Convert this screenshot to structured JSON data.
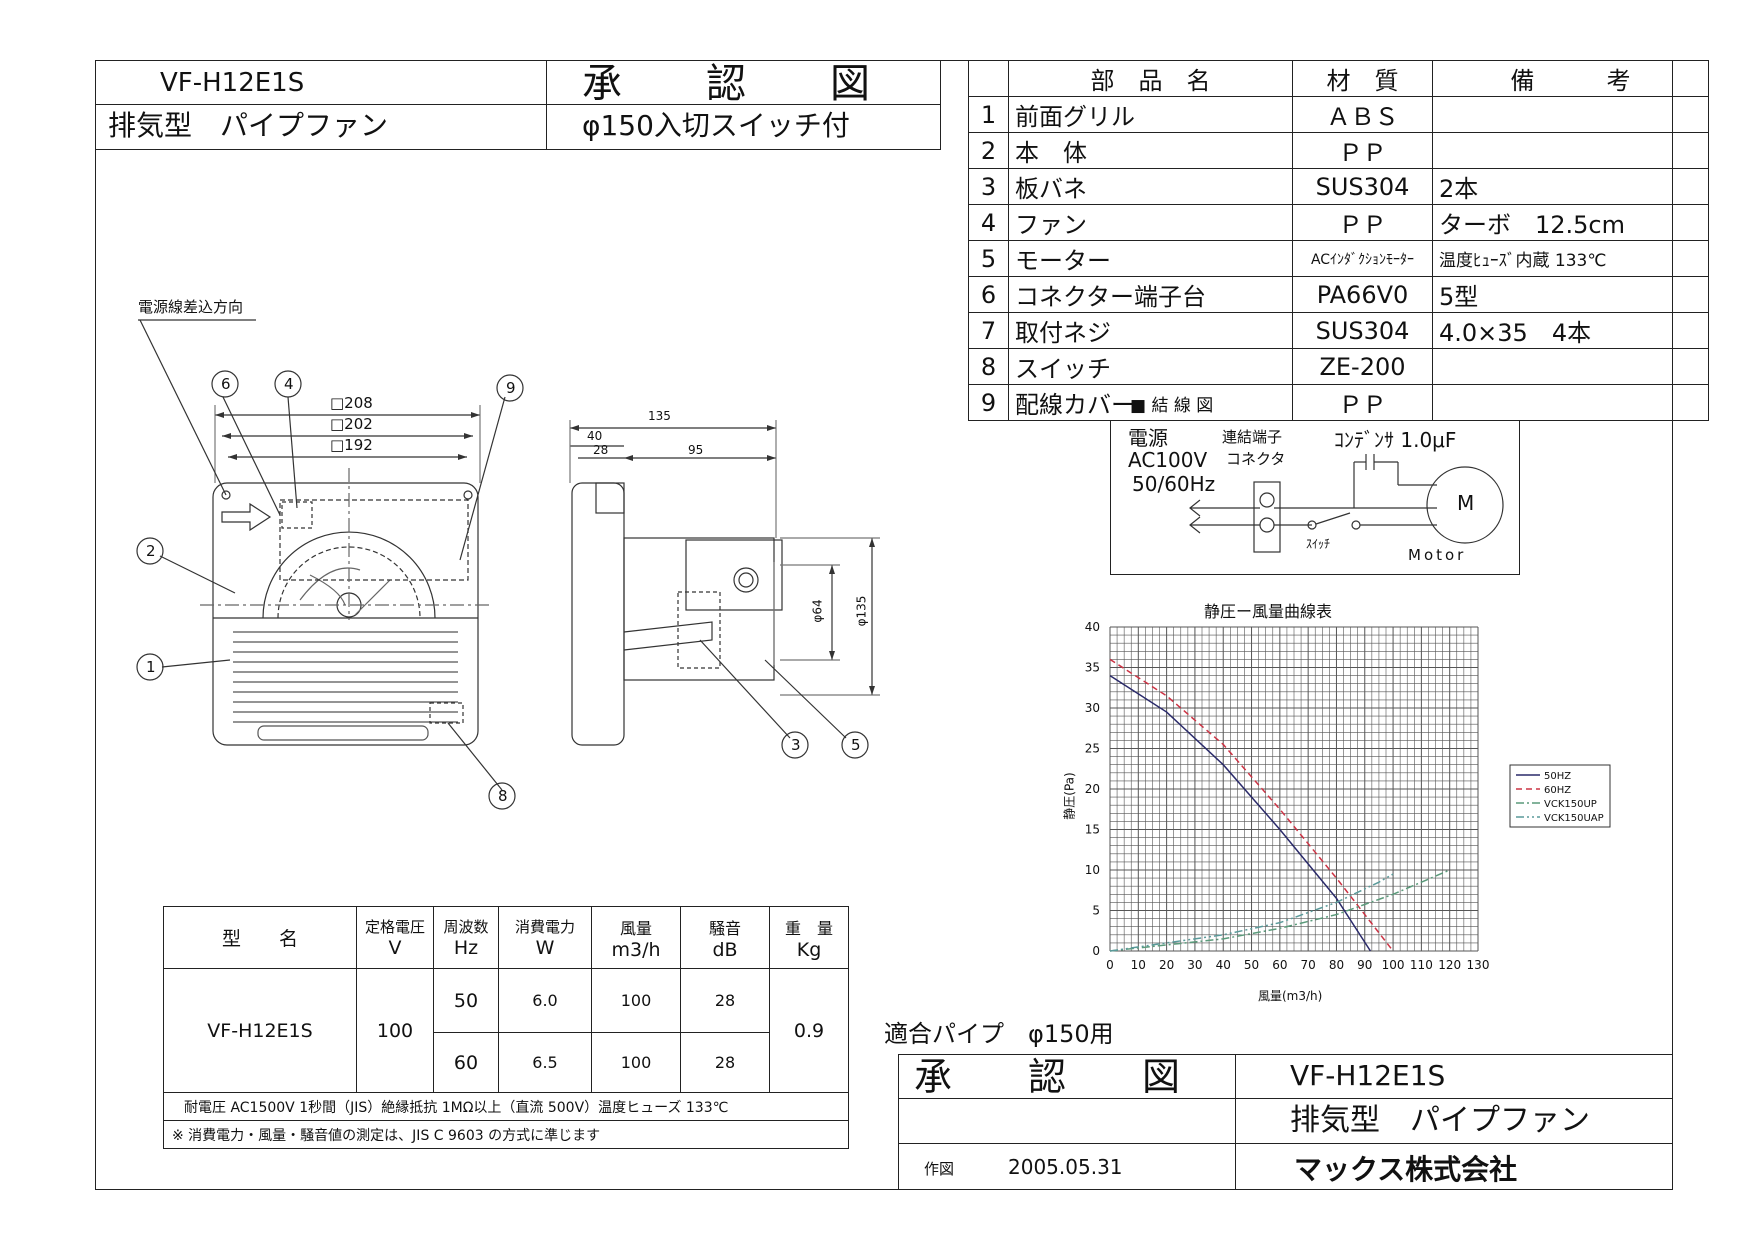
{
  "header": {
    "model": "VF-H12E1S",
    "approval_title": "承　認　図",
    "product_type": "排気型　パイプファン",
    "product_spec": "φ150入切スイッチ付"
  },
  "parts_table": {
    "headers": [
      "部　品　名",
      "材　質",
      "備　　　考"
    ],
    "rows": [
      {
        "no": "1",
        "name": "前面グリル",
        "material": "ＡＢＳ",
        "note": ""
      },
      {
        "no": "2",
        "name": "本　体",
        "material": "ＰＰ",
        "note": ""
      },
      {
        "no": "3",
        "name": "板バネ",
        "material": "SUS304",
        "note": "2本"
      },
      {
        "no": "4",
        "name": "ファン",
        "material": "ＰＰ",
        "note": "ターボ　12.5cm"
      },
      {
        "no": "5",
        "name": "モーター",
        "material": "ACｲﾝﾀﾞｸｼｮﾝﾓｰﾀｰ",
        "note": "温度ﾋｭｰｽﾞ内蔵 133℃"
      },
      {
        "no": "6",
        "name": "コネクター端子台",
        "material": "PA66V0",
        "note": "5型"
      },
      {
        "no": "7",
        "name": "取付ネジ",
        "material": "SUS304",
        "note": "4.0×35　4本"
      },
      {
        "no": "8",
        "name": "スイッチ",
        "material": "ZE-200",
        "note": ""
      },
      {
        "no": "9",
        "name": "配線カバー",
        "material": "ＰＰ",
        "note": ""
      }
    ]
  },
  "front_view": {
    "cable_direction": "電源線差込方向",
    "dim_labels": [
      "□208",
      "□202",
      "□192"
    ],
    "callouts": [
      "6",
      "4",
      "9",
      "2",
      "1",
      "8"
    ]
  },
  "side_view": {
    "dims": [
      "135",
      "40",
      "28",
      "95",
      "φ64",
      "φ135"
    ],
    "callouts": [
      "3",
      "5"
    ]
  },
  "wiring": {
    "title": "■ 結 線 図",
    "power_label": "電源",
    "voltage": "AC100V",
    "frequency": "50/60Hz",
    "terminal_label": "連結端子",
    "connector_label": "コネクタ",
    "capacitor_label": "ｺﾝﾃﾞﾝｻ 1.0μF",
    "switch_label": "ｽｲｯﾁ",
    "motor_symbol": "M",
    "motor_label": "Motor"
  },
  "chart_data": {
    "type": "line",
    "title": "静圧ー風量曲線表",
    "xlabel": "風量(m3/h)",
    "ylabel": "静圧(Pa)",
    "xlim": [
      0,
      130
    ],
    "ylim": [
      0,
      40
    ],
    "x_ticks": [
      "0",
      "10",
      "20",
      "30",
      "40",
      "50",
      "60",
      "70",
      "80",
      "90",
      "100",
      "110",
      "120",
      "130"
    ],
    "y_ticks": [
      "0",
      "5",
      "10",
      "15",
      "20",
      "25",
      "30",
      "35",
      "40"
    ],
    "grid": true,
    "legend_position": "right",
    "series": [
      {
        "name": "50HZ",
        "color": "#2a2a6a",
        "dash": "",
        "x": [
          0,
          20,
          40,
          60,
          80,
          92
        ],
        "y": [
          34,
          29.5,
          23,
          15,
          6.5,
          0
        ]
      },
      {
        "name": "60HZ",
        "color": "#cc3344",
        "dash": "6,4",
        "x": [
          0,
          20,
          40,
          60,
          80,
          100
        ],
        "y": [
          36,
          31.5,
          25.5,
          17.5,
          9,
          0
        ]
      },
      {
        "name": "VCK150UP",
        "color": "#5a9a7a",
        "dash": "8,3,2,3",
        "x": [
          0,
          40,
          60,
          80,
          100,
          120
        ],
        "y": [
          0,
          1.5,
          2.8,
          4.5,
          7,
          10
        ]
      },
      {
        "name": "VCK150UAP",
        "color": "#5a9a9a",
        "dash": "8,3,2,3,2,3",
        "x": [
          0,
          40,
          60,
          80,
          95,
          100
        ],
        "y": [
          0,
          2,
          3.5,
          6,
          8.5,
          9.5
        ]
      }
    ]
  },
  "spec_table": {
    "headers": [
      {
        "top": "型　　名",
        "unit": ""
      },
      {
        "top": "定格電圧",
        "unit": "V"
      },
      {
        "top": "周波数",
        "unit": "Hz"
      },
      {
        "top": "消費電力",
        "unit": "W"
      },
      {
        "top": "風量",
        "unit": "m3/h"
      },
      {
        "top": "騒音",
        "unit": "dB"
      },
      {
        "top": "重　量",
        "unit": "Kg"
      }
    ],
    "model": "VF-H12E1S",
    "voltage": "100",
    "rows": [
      {
        "hz": "50",
        "w": "6.0",
        "flow": "100",
        "db": "28"
      },
      {
        "hz": "60",
        "w": "6.5",
        "flow": "100",
        "db": "28"
      }
    ],
    "weight": "0.9",
    "note1": "耐電圧 AC1500V 1秒間（JIS）絶縁抵抗 1MΩ以上（直流 500V）温度ヒューズ 133℃",
    "note2": "※ 消費電力・風量・騒音値の測定は、JIS C 9603 の方式に準じます"
  },
  "title_block": {
    "pipe": "適合パイプ　φ150用",
    "approval": "承　　認　　図",
    "model": "VF-H12E1S",
    "product": "排気型　パイプファン",
    "drawn_label": "作図",
    "date": "2005.05.31",
    "company": "マックス株式会社"
  }
}
